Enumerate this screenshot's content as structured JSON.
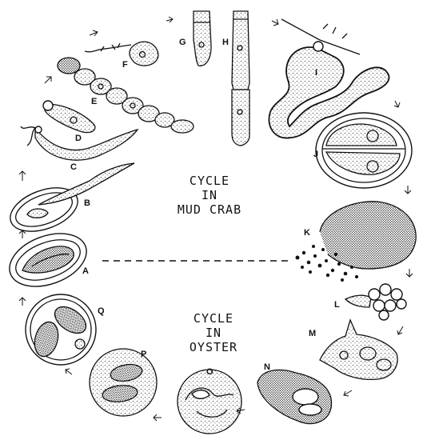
{
  "center_text": {
    "crab_line1": "CYCLE",
    "crab_line2": "IN",
    "crab_line3": "MUD CRAB",
    "oyster_line1": "CYCLE",
    "oyster_line2": "IN",
    "oyster_line3": "OYSTER"
  },
  "stages": {
    "A": "A",
    "B": "B",
    "C": "C",
    "D": "D",
    "E": "E",
    "F": "F",
    "G": "G",
    "H": "H",
    "I": "I",
    "J": "J",
    "K": "K",
    "L": "L",
    "M": "M",
    "N": "N",
    "O": "O",
    "P": "P",
    "Q": "Q"
  }
}
